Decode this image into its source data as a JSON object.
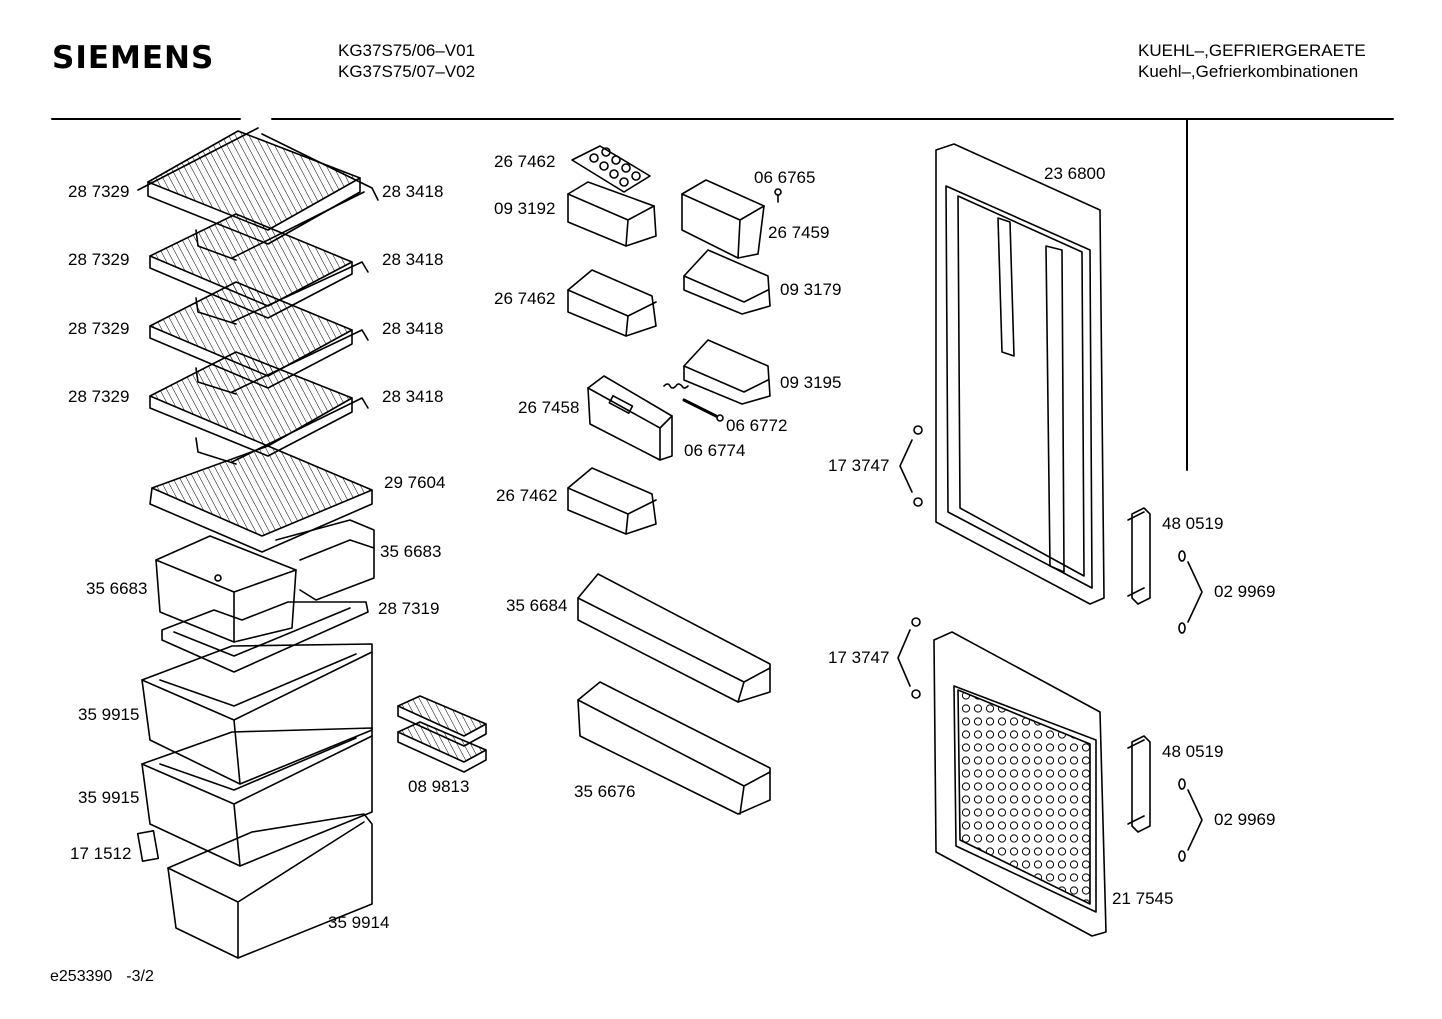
{
  "header": {
    "brand": "SIEMENS",
    "models": [
      "KG37S75/06–V01",
      "KG37S75/07–V02"
    ],
    "category": [
      "KUEHL–,GEFRIERGERAETE",
      "Kuehl–,Gefrierkombinationen"
    ]
  },
  "footer": {
    "drawing_id": "e253390",
    "page": "-3/2"
  },
  "part_labels": {
    "shelf_frame_1": "28 7329",
    "shelf_frame_2": "28 7329",
    "shelf_frame_3": "28 7329",
    "shelf_frame_4": "28 7329",
    "shelf_trim_1": "28 3418",
    "shelf_trim_2": "28 3418",
    "shelf_trim_3": "28 3418",
    "shelf_trim_4": "28 3418",
    "bottom_shelf": "29 7604",
    "small_drawer_right": "35 6683",
    "small_drawer_left": "35 6683",
    "drawer_cover": "28 7319",
    "crisper_1": "35 9915",
    "crisper_2": "35 9915",
    "clip": "17 1512",
    "freezer_drawer": "35 9914",
    "ice_tray": "08 9813",
    "egg_tray": "26 7462",
    "egg_box": "09 3192",
    "door_tray_1": "26 7462",
    "door_tray_2": "26 7462",
    "dairy_flap": "26 7458",
    "spring": "06 6774",
    "pin": "06 6772",
    "dairy_box": "26 7459",
    "screw_small": "06 6765",
    "door_tray_3": "09 3179",
    "door_tray_4": "09 3195",
    "bottle_rack_upper": "35 6684",
    "bottle_rack_lower": "35 6676",
    "fridge_door": "23 6800",
    "screws_upper": "17 3747",
    "screws_lower": "17 3747",
    "hinge_upper": "48 0519",
    "hinge_lower": "48 0519",
    "caps_upper": "02 9969",
    "caps_lower": "02 9969",
    "freezer_door": "21 7545"
  }
}
